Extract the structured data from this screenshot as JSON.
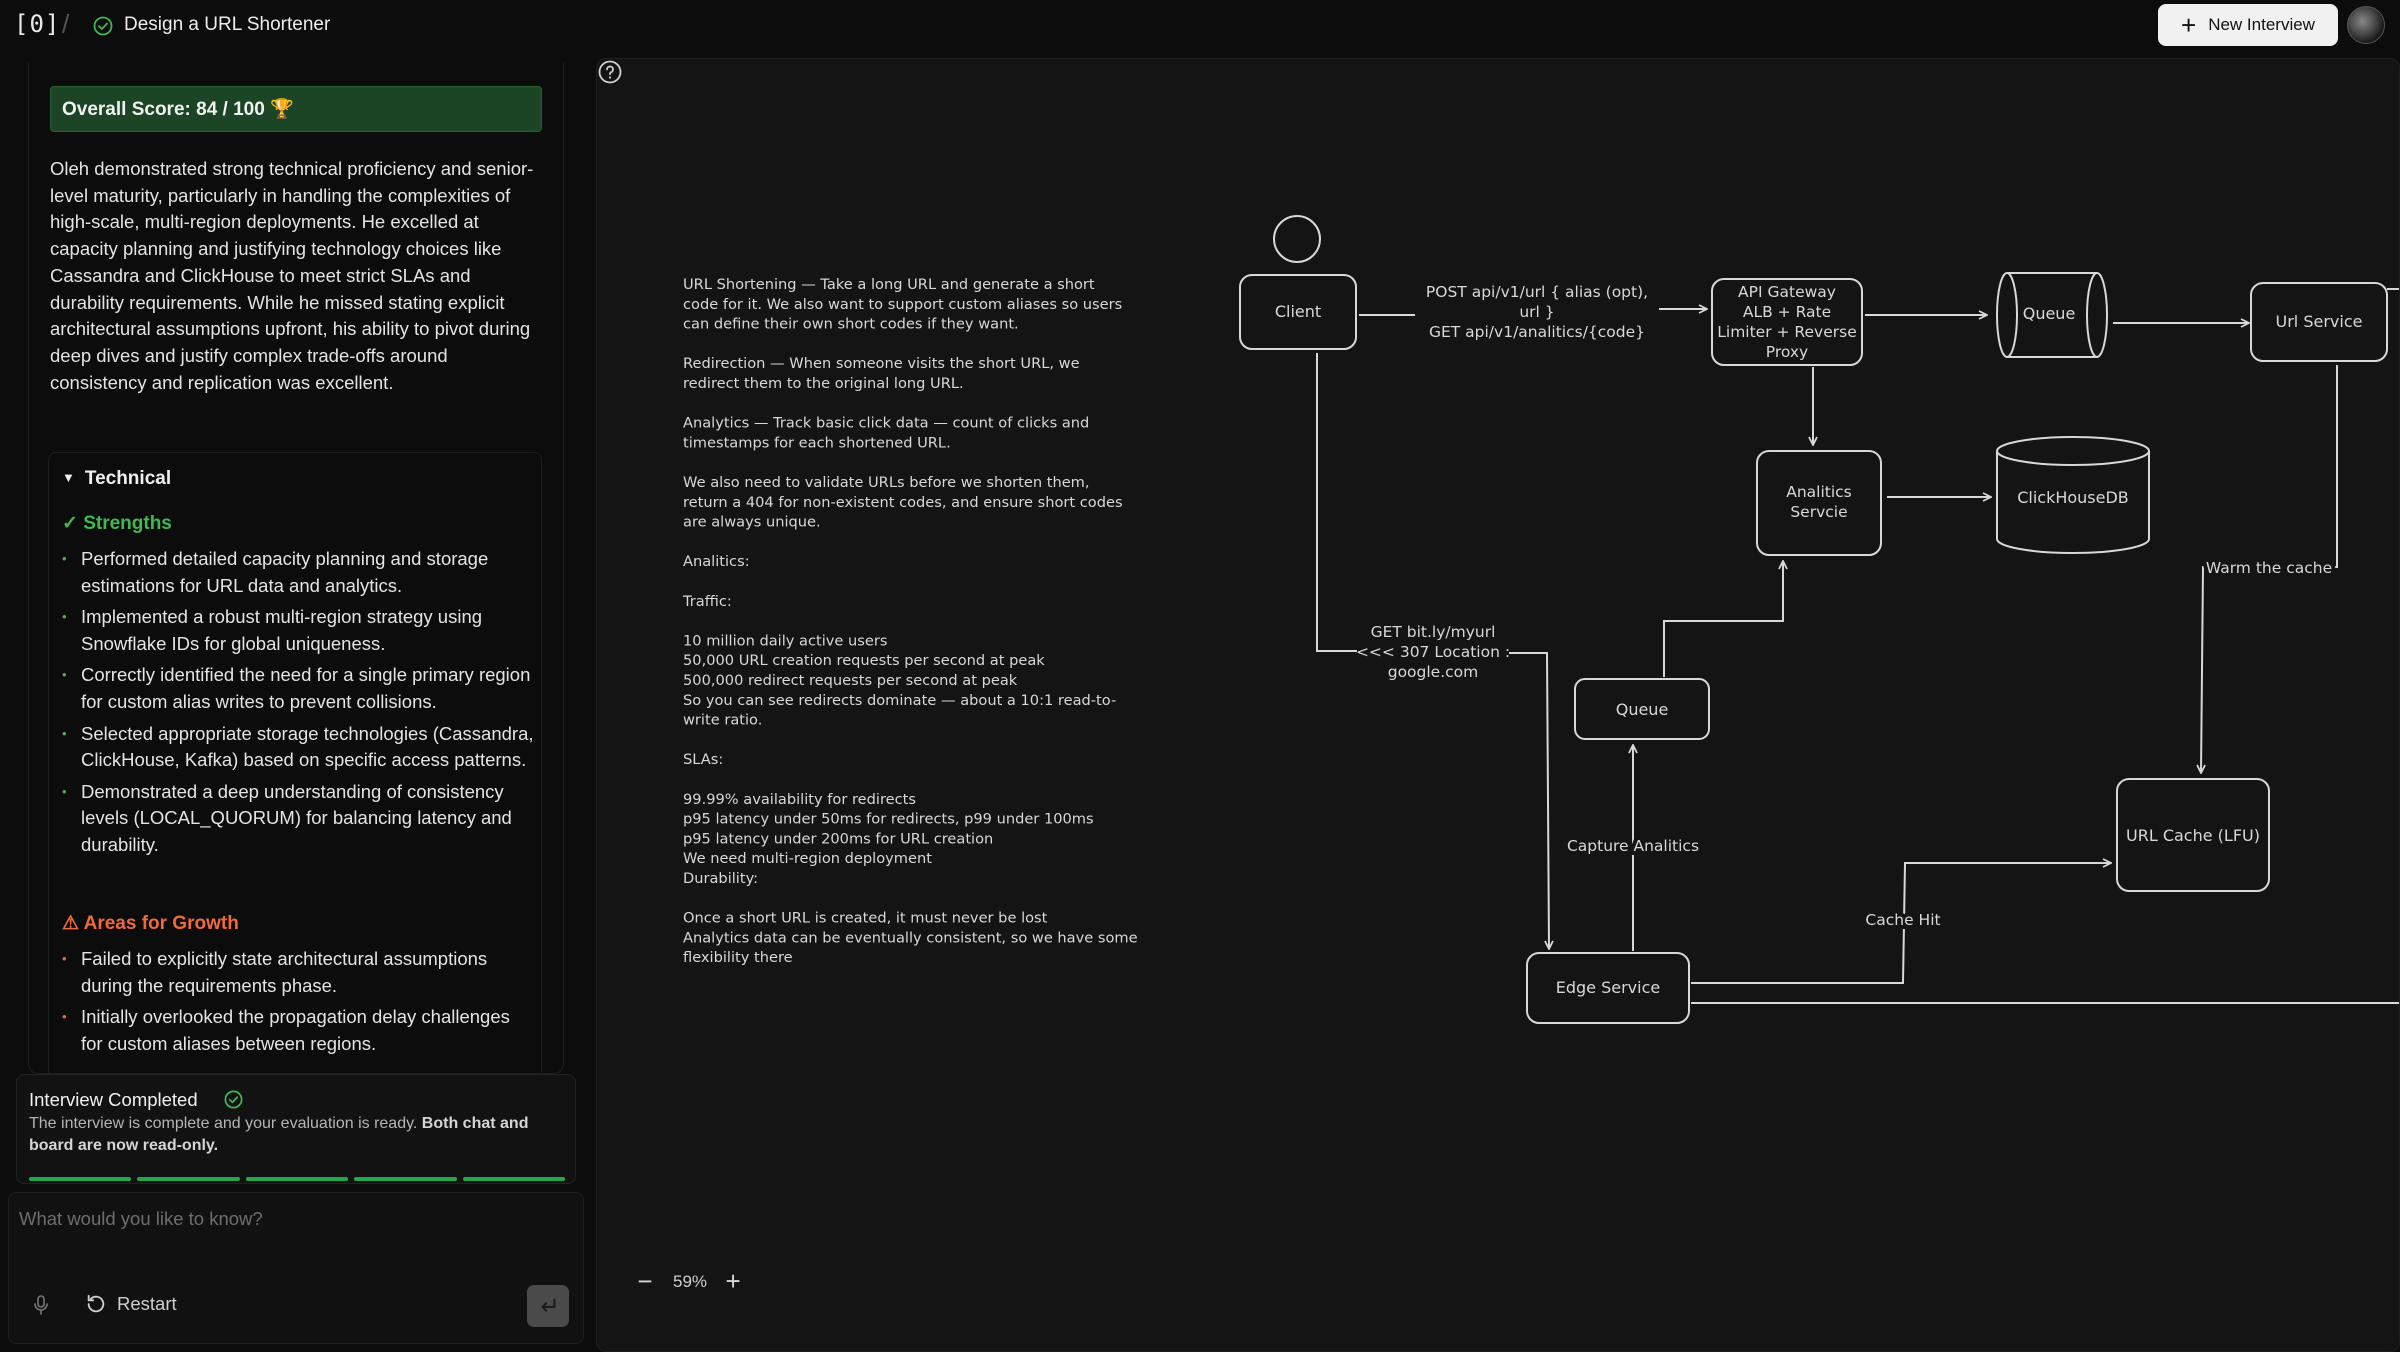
{
  "header": {
    "logo": "[0]",
    "separator": "/",
    "page_title": "Design a URL Shortener",
    "new_interview_label": "New Interview"
  },
  "evaluation": {
    "score_label": "Overall Score: 84 / 100 🏆",
    "summary": "Oleh demonstrated strong technical proficiency and senior-level maturity, particularly in handling the complexities of high-scale, multi-region deployments. He excelled at capacity planning and justifying technology choices like Cassandra and ClickHouse to meet strict SLAs and durability requirements. While he missed stating explicit architectural assumptions upfront, his ability to pivot during deep dives and justify complex trade-offs around consistency and replication was excellent.",
    "section_title": "Technical",
    "strengths_title": "✓ Strengths",
    "strengths": [
      "Performed detailed capacity planning and storage estimations for URL data and analytics.",
      "Implemented a robust multi-region strategy using Snowflake IDs for global uniqueness.",
      "Correctly identified the need for a single primary region for custom alias writes to prevent collisions.",
      "Selected appropriate storage technologies (Cassandra, ClickHouse, Kafka) based on specific access patterns.",
      "Demonstrated a deep understanding of consistency levels (LOCAL_QUORUM) for balancing latency and durability."
    ],
    "growth_title": "⚠ Areas for Growth",
    "growth": [
      "Failed to explicitly state architectural assumptions during the requirements phase.",
      "Initially overlooked the propagation delay challenges for custom aliases between regions."
    ]
  },
  "status": {
    "title": "Interview Completed",
    "text_plain": "The interview is complete and your evaluation is ready.",
    "text_bold": "Both chat and board are now read-only."
  },
  "chat": {
    "placeholder": "What would you like to know?",
    "restart_label": "Restart"
  },
  "board": {
    "zoom_minus": "−",
    "zoom_level": "59%",
    "zoom_plus": "+",
    "notes": [
      "URL Shortening — Take a long URL and generate a short",
      "code for it. We also want to support custom aliases so users",
      "can define their own short codes if they want.",
      "",
      "Redirection — When someone visits the short URL, we",
      "redirect them to the original long URL.",
      "",
      "Analytics — Track basic click data — count of clicks and",
      "timestamps for each shortened URL.",
      "",
      "We also need to validate URLs before we shorten them,",
      "return a 404 for non-existent codes, and ensure short codes",
      "are always unique.",
      "",
      "Analitics:",
      "",
      "Traffic:",
      "",
      "10 million daily active users",
      "50,000 URL creation requests per second at peak",
      "500,000 redirect requests per second at peak",
      "So you can see redirects dominate — about a 10:1 read-to-",
      "write ratio.",
      "",
      "SLAs:",
      "",
      "99.99% availability for redirects",
      "p95 latency under 50ms for redirects, p99 under 100ms",
      "p95 latency under 200ms for URL creation",
      "We need multi-region deployment",
      "Durability:",
      "",
      "Once a short URL is created, it must never be lost",
      "Analytics data can be eventually consistent, so we have some",
      "flexibility there"
    ],
    "nodes": {
      "client": "Client",
      "gateway": [
        "API Gateway",
        "ALB + Rate",
        "Limiter + Reverse",
        "Proxy"
      ],
      "queue_top": "Queue",
      "url_service": "Url Service",
      "analytics_service": [
        "Analitics",
        "Servcie"
      ],
      "clickhouse": "ClickHouseDB",
      "queue_mid": "Queue",
      "url_cache": "URL Cache (LFU)",
      "edge_service": "Edge Service"
    },
    "labels": {
      "api_calls": [
        "POST api/v1/url { alias (opt),",
        "url }",
        "GET api/v1/analitics/{code}"
      ],
      "redirect": [
        "GET bit.ly/myurl",
        "<<< 307 Location :",
        "google.com"
      ],
      "warm_cache": "Warm the cache",
      "capture_analytics": "Capture Analitics",
      "cache_hit": "Cache Hit"
    }
  }
}
